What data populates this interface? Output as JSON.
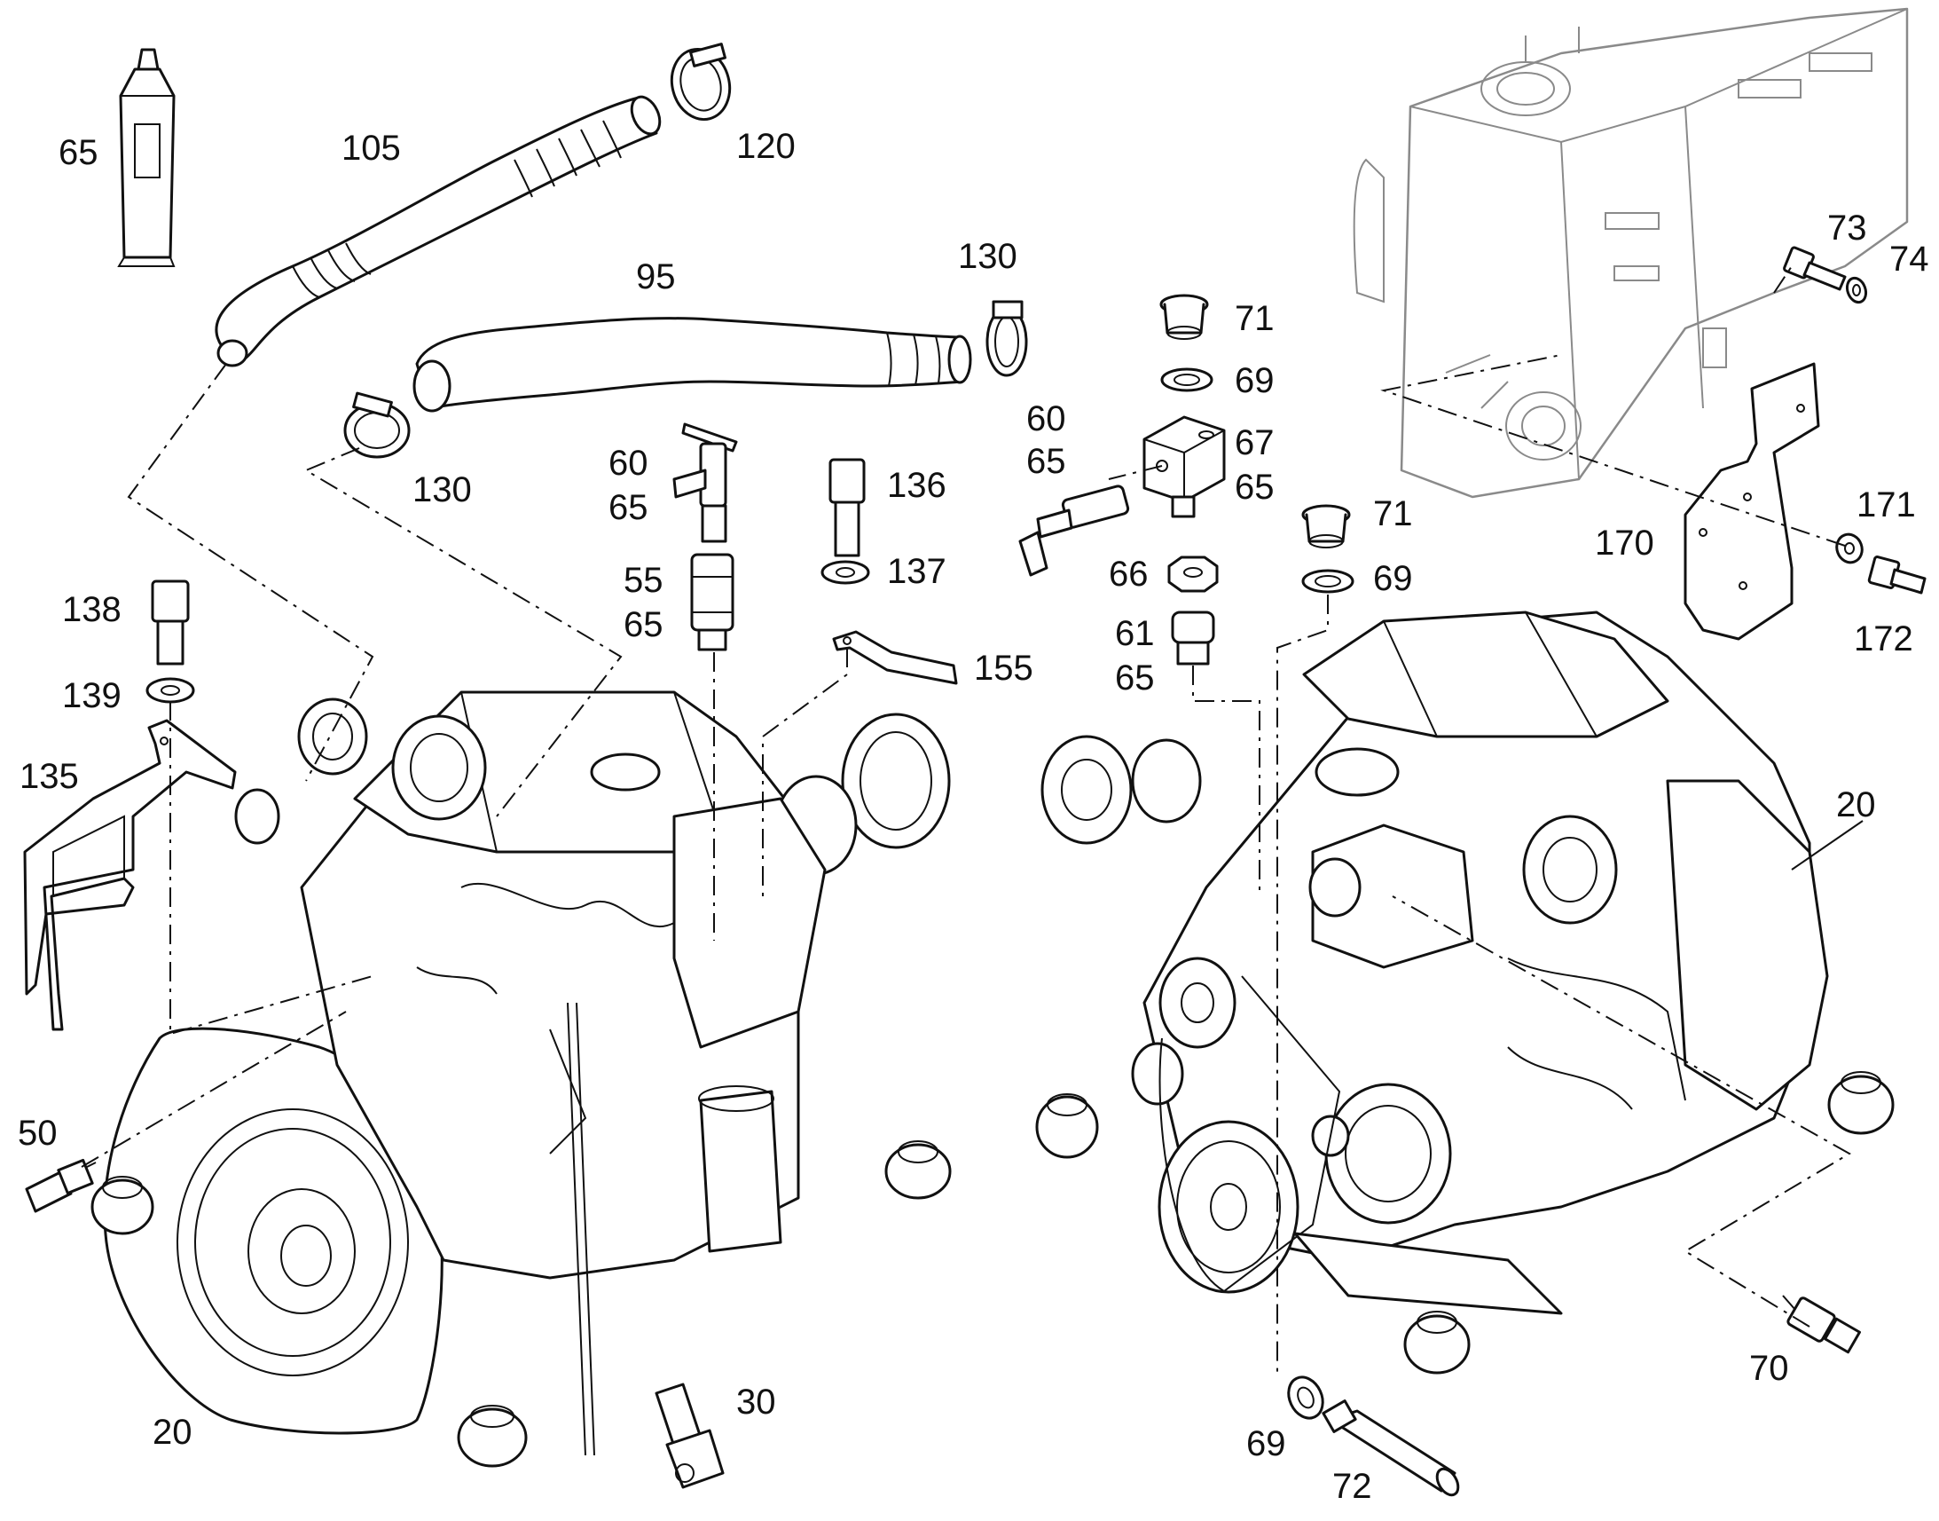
{
  "callouts": {
    "c65_tube": "65",
    "c105": "105",
    "c120": "120",
    "c95": "95",
    "c130_top": "130",
    "c130_left": "130",
    "c60_left": "60",
    "c65_left_a": "65",
    "c55": "55",
    "c65_left_b": "65",
    "c136": "136",
    "c137": "137",
    "c155": "155",
    "c138": "138",
    "c139": "139",
    "c135": "135",
    "c50": "50",
    "c20_left": "20",
    "c30": "30",
    "c71_top": "71",
    "c69_top": "69",
    "c60_right": "60",
    "c65_right_a": "65",
    "c67": "67",
    "c65_right_b": "65",
    "c66": "66",
    "c61": "61",
    "c65_right_c": "65",
    "c71_mid": "71",
    "c69_mid": "69",
    "c73": "73",
    "c74": "74",
    "c170": "170",
    "c171": "171",
    "c172": "172",
    "c20_right": "20",
    "c70": "70",
    "c69_bottom": "69",
    "c72": "72"
  }
}
